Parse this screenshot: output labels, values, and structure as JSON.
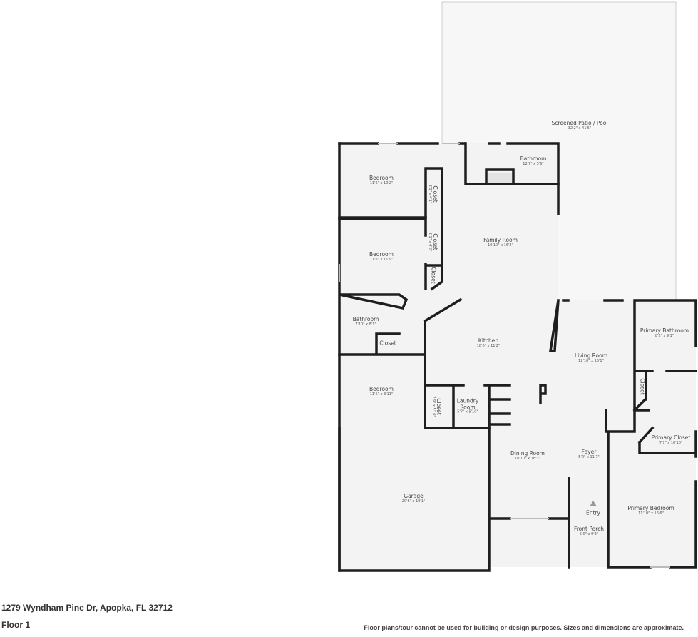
{
  "rooms": {
    "patio": {
      "name": "Screened Patio / Pool",
      "dim": "32'2\" x 41'5\""
    },
    "bath_top": {
      "name": "Bathroom",
      "dim": "12'7\" x 5'6\""
    },
    "bed1": {
      "name": "Bedroom",
      "dim": "11'6\" x 10'2\""
    },
    "bed2": {
      "name": "Bedroom",
      "dim": "11'6\" x 11'9\""
    },
    "bath2": {
      "name": "Bathroom",
      "dim": "7'10\" x 8'1\""
    },
    "bath2_closet": {
      "name": "Closet"
    },
    "bed3": {
      "name": "Bedroom",
      "dim": "11'5\" x 8'11\""
    },
    "closet1": {
      "name": "Closet",
      "dim": "2'1\" x 4'1\""
    },
    "closet2": {
      "name": "Closet",
      "dim": "2'1\" x 4'0\""
    },
    "closet3": {
      "name": "Closet"
    },
    "closet4": {
      "name": "Closet",
      "dim": "2'9\" x 5'10\""
    },
    "family": {
      "name": "Family Room",
      "dim": "10'10\" x 16'2\""
    },
    "kitchen": {
      "name": "Kitchen",
      "dim": "18'6\" x 11'2\""
    },
    "living": {
      "name": "Living Room",
      "dim": "12'10\" x 15'1\""
    },
    "primary_bath": {
      "name": "Primary Bathroom",
      "dim": "8'2\" x 9'1\""
    },
    "closet5": {
      "name": "Closet"
    },
    "primary_closet": {
      "name": "Primary Closet",
      "dim": "7'7\" x 10'10\""
    },
    "laundry": {
      "name": "Laundry Room",
      "dim": "5'7\" x 5'10\""
    },
    "dining": {
      "name": "Dining Room",
      "dim": "10'10\" x 18'3\""
    },
    "foyer": {
      "name": "Foyer",
      "dim": "5'0\" x 11'7\""
    },
    "entry": {
      "name": "Entry"
    },
    "porch": {
      "name": "Front Porch",
      "dim": "5'0\" x 9'3\""
    },
    "primary_bed": {
      "name": "Primary Bedroom",
      "dim": "11'10\" x 16'6\""
    },
    "garage": {
      "name": "Garage",
      "dim": "20'6\" x 19'1\""
    }
  },
  "footer": {
    "address": "1279 Wyndham Pine Dr, Apopka, FL 32712",
    "floor": "Floor 1",
    "disclaimer": "Floor plans/tour cannot be used for building or design purposes. Sizes and dimensions are approximate."
  },
  "colors": {
    "wall": "#1e1e1e",
    "floor": "#f3f3f3",
    "patio": "#f7f7f7"
  }
}
